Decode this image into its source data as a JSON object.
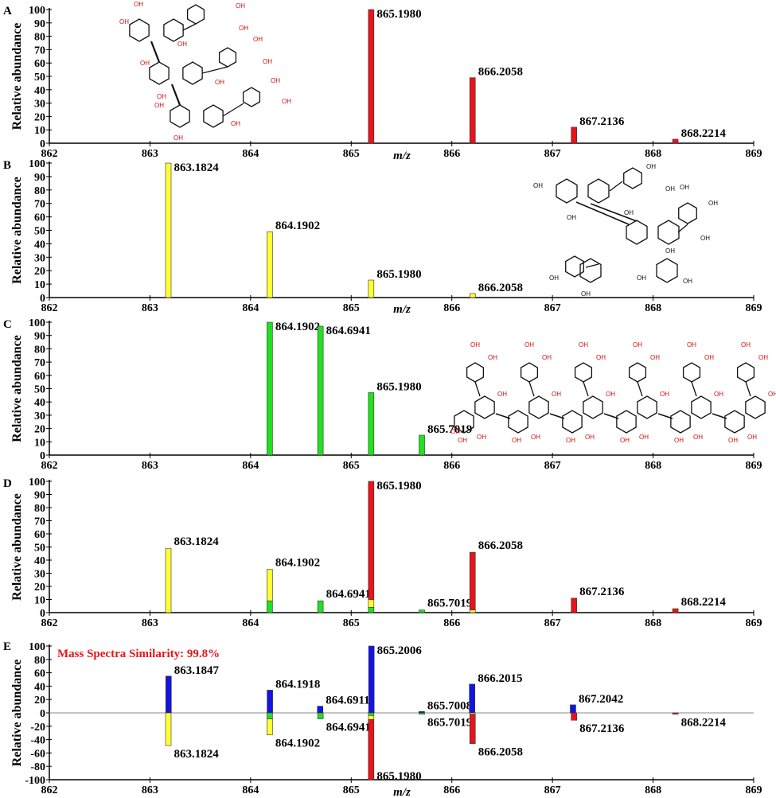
{
  "colors": {
    "red": "#e8141b",
    "yellow": "#ffff33",
    "green": "#22e022",
    "blue": "#1414e0",
    "oh_red": "#d01010",
    "oh_black": "#111111"
  },
  "x_axis": {
    "label": "m/z",
    "ticks": [
      "862",
      "863",
      "864",
      "865",
      "866",
      "867",
      "868",
      "869"
    ],
    "range": [
      862,
      869
    ]
  },
  "y_axis_label": "Relative abundance",
  "structure_labels": {
    "oh": "OH"
  },
  "similarity": {
    "text": "Mass Spectra Similarity: 99.8%",
    "color": "#e8141b"
  },
  "chart_data": [
    {
      "panel": "A",
      "type": "bar",
      "ylim": [
        0,
        100
      ],
      "yticks": [
        "0",
        "10",
        "20",
        "30",
        "40",
        "50",
        "60",
        "70",
        "80",
        "90",
        "100"
      ],
      "series": [
        {
          "color": "red",
          "bars": [
            {
              "x": 865.198,
              "y": 100,
              "label": "865.1980"
            },
            {
              "x": 866.2058,
              "y": 49,
              "label": "866.2058"
            },
            {
              "x": 867.2136,
              "y": 12,
              "label": "867.2136"
            },
            {
              "x": 868.2214,
              "y": 3,
              "label": "868.2214"
            }
          ]
        }
      ]
    },
    {
      "panel": "B",
      "type": "bar",
      "ylim": [
        0,
        100
      ],
      "yticks": [
        "0",
        "10",
        "20",
        "30",
        "40",
        "50",
        "60",
        "70",
        "80",
        "90",
        "100"
      ],
      "series": [
        {
          "color": "yellow",
          "bars": [
            {
              "x": 863.1824,
              "y": 100,
              "label": "863.1824"
            },
            {
              "x": 864.1902,
              "y": 49,
              "label": "864.1902"
            },
            {
              "x": 865.198,
              "y": 13,
              "label": "865.1980"
            },
            {
              "x": 866.2058,
              "y": 3,
              "label": "866.2058"
            }
          ]
        }
      ]
    },
    {
      "panel": "C",
      "type": "bar",
      "ylim": [
        0,
        100
      ],
      "yticks": [
        "0",
        "10",
        "20",
        "30",
        "40",
        "50",
        "60",
        "70",
        "80",
        "90",
        "100"
      ],
      "series": [
        {
          "color": "green",
          "bars": [
            {
              "x": 864.1902,
              "y": 100,
              "label": "864.1902"
            },
            {
              "x": 864.6941,
              "y": 97,
              "label": "864.6941"
            },
            {
              "x": 865.198,
              "y": 47,
              "label": "865.1980"
            },
            {
              "x": 865.7019,
              "y": 15,
              "label": "865.7019"
            }
          ]
        }
      ]
    },
    {
      "panel": "D",
      "type": "bar",
      "stacked": true,
      "ylim": [
        0,
        100
      ],
      "yticks": [
        "0",
        "10",
        "20",
        "30",
        "40",
        "50",
        "60",
        "70",
        "80",
        "90",
        "100"
      ],
      "stacks": [
        {
          "x": 863.1824,
          "label": "863.1824",
          "segments": [
            {
              "color": "yellow",
              "y": 49
            }
          ]
        },
        {
          "x": 864.1902,
          "label": "864.1902",
          "segments": [
            {
              "color": "green",
              "y": 9
            },
            {
              "color": "yellow",
              "y": 24
            }
          ]
        },
        {
          "x": 864.6941,
          "label": "864.6941",
          "segments": [
            {
              "color": "green",
              "y": 9
            }
          ]
        },
        {
          "x": 865.198,
          "label": "865.1980",
          "segments": [
            {
              "color": "green",
              "y": 4
            },
            {
              "color": "yellow",
              "y": 6
            },
            {
              "color": "red",
              "y": 90
            }
          ]
        },
        {
          "x": 865.7019,
          "label": "865.7019",
          "segments": [
            {
              "color": "green",
              "y": 2
            }
          ]
        },
        {
          "x": 866.2058,
          "label": "866.2058",
          "segments": [
            {
              "color": "yellow",
              "y": 2
            },
            {
              "color": "red",
              "y": 44
            }
          ]
        },
        {
          "x": 867.2136,
          "label": "867.2136",
          "segments": [
            {
              "color": "red",
              "y": 11
            }
          ]
        },
        {
          "x": 868.2214,
          "label": "868.2214",
          "segments": [
            {
              "color": "red",
              "y": 3
            }
          ]
        }
      ]
    },
    {
      "panel": "E",
      "type": "bar",
      "mirror": true,
      "ylim": [
        -100,
        100
      ],
      "yticks": [
        "-100",
        "-80",
        "-60",
        "-40",
        "-20",
        "0",
        "20",
        "40",
        "60",
        "80",
        "100"
      ],
      "experimental": [
        {
          "x": 863.1847,
          "y": 55,
          "label": "863.1847"
        },
        {
          "x": 864.1918,
          "y": 34,
          "label": "864.1918"
        },
        {
          "x": 864.6911,
          "y": 10,
          "label": "864.6911"
        },
        {
          "x": 865.2006,
          "y": 100,
          "label": "865.2006"
        },
        {
          "x": 865.7008,
          "y": 2,
          "label": "865.7008"
        },
        {
          "x": 866.2015,
          "y": 43,
          "label": "866.2015"
        },
        {
          "x": 867.2042,
          "y": 12,
          "label": "867.2042"
        }
      ],
      "theoretical": [
        {
          "x": 863.1824,
          "label": "863.1824",
          "segments": [
            {
              "color": "yellow",
              "y": 49
            }
          ]
        },
        {
          "x": 864.1902,
          "label": "864.1902",
          "segments": [
            {
              "color": "green",
              "y": 9
            },
            {
              "color": "yellow",
              "y": 24
            }
          ]
        },
        {
          "x": 864.6941,
          "label": "864.6941",
          "segments": [
            {
              "color": "green",
              "y": 9
            }
          ]
        },
        {
          "x": 865.198,
          "label": "865.1980",
          "segments": [
            {
              "color": "green",
              "y": 4
            },
            {
              "color": "yellow",
              "y": 6
            },
            {
              "color": "red",
              "y": 90
            }
          ]
        },
        {
          "x": 865.7019,
          "label": "865.7019",
          "segments": [
            {
              "color": "green",
              "y": 2
            }
          ]
        },
        {
          "x": 866.2058,
          "label": "866.2058",
          "segments": [
            {
              "color": "yellow",
              "y": 2
            },
            {
              "color": "red",
              "y": 44
            }
          ]
        },
        {
          "x": 867.2136,
          "label": "867.2136",
          "segments": [
            {
              "color": "red",
              "y": 11
            }
          ]
        },
        {
          "x": 868.2214,
          "label": "868.2214",
          "segments": [
            {
              "color": "red",
              "y": 2
            }
          ]
        }
      ]
    }
  ]
}
